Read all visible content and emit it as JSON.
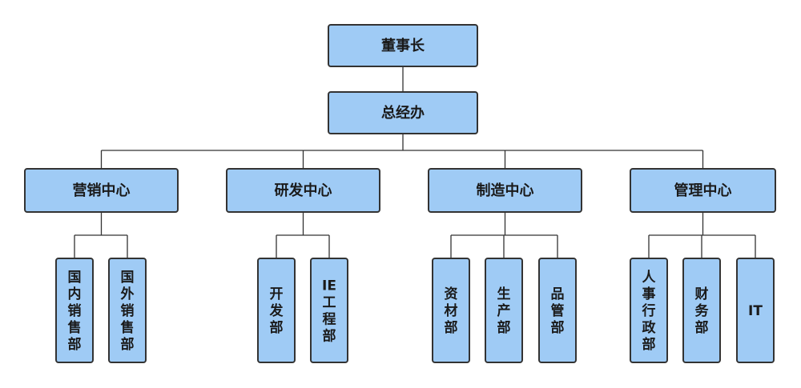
{
  "org": {
    "root": {
      "label": "董事长"
    },
    "office": {
      "label": "总经办"
    },
    "centers": [
      {
        "label": "营销中心",
        "departments": [
          {
            "label": "国内销售部"
          },
          {
            "label": "国外销售部"
          }
        ]
      },
      {
        "label": "研发中心",
        "departments": [
          {
            "label": "开发部"
          },
          {
            "label": "IE工程部"
          }
        ]
      },
      {
        "label": "制造中心",
        "departments": [
          {
            "label": "资材部"
          },
          {
            "label": "生产部"
          },
          {
            "label": "品管部"
          }
        ]
      },
      {
        "label": "管理中心",
        "departments": [
          {
            "label": "人事行政部"
          },
          {
            "label": "财务部"
          },
          {
            "label": "IT"
          }
        ]
      }
    ]
  },
  "colors": {
    "node_fill": "#9fcbf5",
    "node_stroke": "#333333",
    "text": "#1a1a1a"
  }
}
